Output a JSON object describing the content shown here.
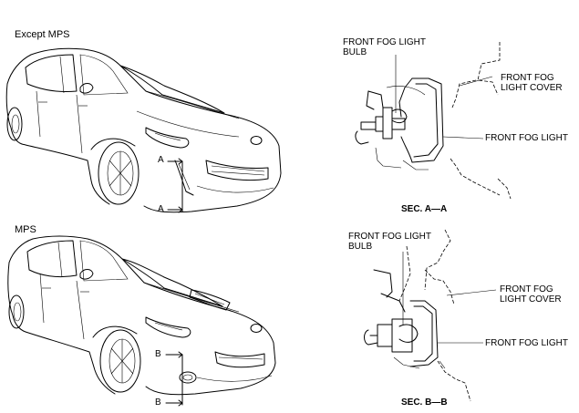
{
  "variants": {
    "top_label": "Except MPS",
    "bottom_label": "MPS"
  },
  "section_markers": {
    "a": "A",
    "b": "B"
  },
  "section_a": {
    "bulb": "FRONT FOG LIGHT\nBULB",
    "cover": "FRONT FOG\nLIGHT COVER",
    "light": "FRONT FOG LIGHT",
    "caption": "SEC. A—A"
  },
  "section_b": {
    "bulb": "FRONT FOG LIGHT\nBULB",
    "cover": "FRONT FOG\nLIGHT COVER",
    "light": "FRONT FOG LIGHT",
    "caption": "SEC. B—B"
  }
}
